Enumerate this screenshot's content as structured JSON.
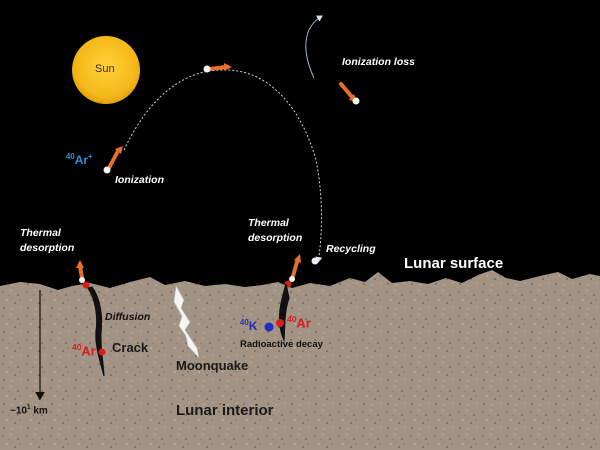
{
  "labels": {
    "sun": "Sun",
    "ionization_loss": "Ionization loss",
    "ar_ion_mass": "40",
    "ar_ion_symbol": "Ar",
    "ar_ion_charge": "+",
    "ionization": "Ionization",
    "thermal_desorption_left_1": "Thermal",
    "thermal_desorption_left_2": "desorption",
    "thermal_desorption_right_1": "Thermal",
    "thermal_desorption_right_2": "desorption",
    "recycling": "Recycling",
    "lunar_surface": "Lunar surface",
    "diffusion": "Diffusion",
    "ar_crack_mass": "40",
    "ar_crack_symbol": "Ar",
    "crack": "Crack",
    "moonquake": "Moonquake",
    "k_mass": "40",
    "k_symbol": "K",
    "ar_decay_mass": "40",
    "ar_decay_symbol": "Ar",
    "radioactive_decay": "Radioactive decay",
    "depth_value": "~10",
    "depth_exp": "1",
    "depth_unit": " km",
    "lunar_interior": "Lunar interior"
  },
  "colors": {
    "sky": "#000000",
    "regolith": "#a09080",
    "sun": "#f5b818",
    "argon_red": "#d81e1e",
    "argon_ion_blue": "#2f8fd8",
    "potassium_blue": "#1f2fbf",
    "particle_orange": "#e8702a"
  }
}
